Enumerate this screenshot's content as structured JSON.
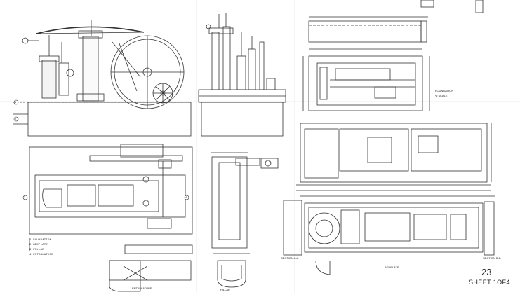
{
  "drawing": {
    "sheet_number": "23",
    "sheet_label": "SHEET 1OF4",
    "legend": [
      "1 FOUNDATION",
      "2 BEDPLATE",
      "3 PILLAR",
      "4 ENTABLATURE"
    ],
    "view_labels": {
      "foundation_view": "FOUNDATION",
      "foundation_scale": "½ SCALE",
      "pillar_caption": "PILLAR",
      "entablature_caption": "ENTABLATURE",
      "bedplate_caption": "BEDPLATE",
      "section_left": "SECTION A-A",
      "section_right": "SECTION B-B"
    },
    "callouts": [
      "1",
      "2",
      "3",
      "4"
    ]
  }
}
